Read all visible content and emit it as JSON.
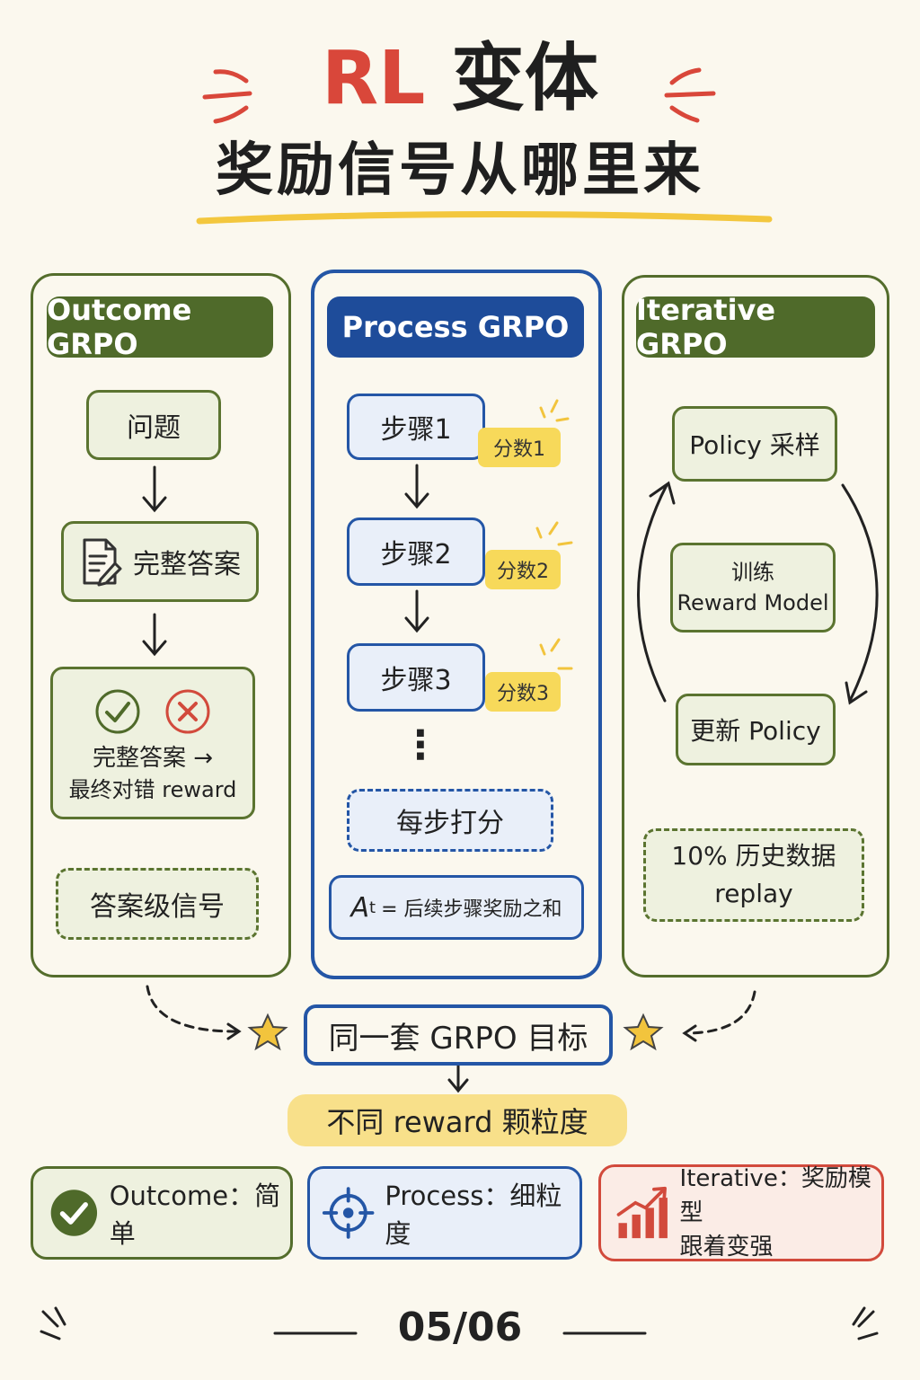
{
  "title": {
    "main_latin": "RL",
    "main_cjk": "变体",
    "sub": "奖励信号从哪里来"
  },
  "columns": {
    "outcome": {
      "header": "Outcome GRPO",
      "question": "问题",
      "full_answer": "完整答案",
      "judge_line1": "完整答案 →",
      "judge_line2": "最终对错 reward",
      "signal": "答案级信号"
    },
    "process": {
      "header": "Process GRPO",
      "steps": [
        {
          "label": "步骤1",
          "score": "分数1"
        },
        {
          "label": "步骤2",
          "score": "分数2"
        },
        {
          "label": "步骤3",
          "score": "分数3"
        }
      ],
      "ellipsis": "⋮",
      "per_step": "每步打分",
      "advantage_symbol": "A",
      "advantage_sub": "t",
      "advantage_rest": "= 后续步骤奖励之和"
    },
    "iterative": {
      "header": "Iterative GRPO",
      "policy_sample": "Policy 采样",
      "train_line1": "训练",
      "train_line2": "Reward Model",
      "update_policy": "更新 Policy",
      "replay_line1": "10% 历史数据",
      "replay_line2": "replay"
    }
  },
  "goal": "同一套 GRPO 目标",
  "granularity": "不同 reward 颗粒度",
  "summary": {
    "outcome": "Outcome：简单",
    "process": "Process：细粒度",
    "iterative_line1": "Iterative：奖励模型",
    "iterative_line2": "跟着变强"
  },
  "page": "05/06",
  "colors": {
    "green": "#546d2c",
    "blue": "#2456a6",
    "red": "#d24a3c",
    "yellow": "#f7d95a",
    "star": "#f2c43d"
  }
}
